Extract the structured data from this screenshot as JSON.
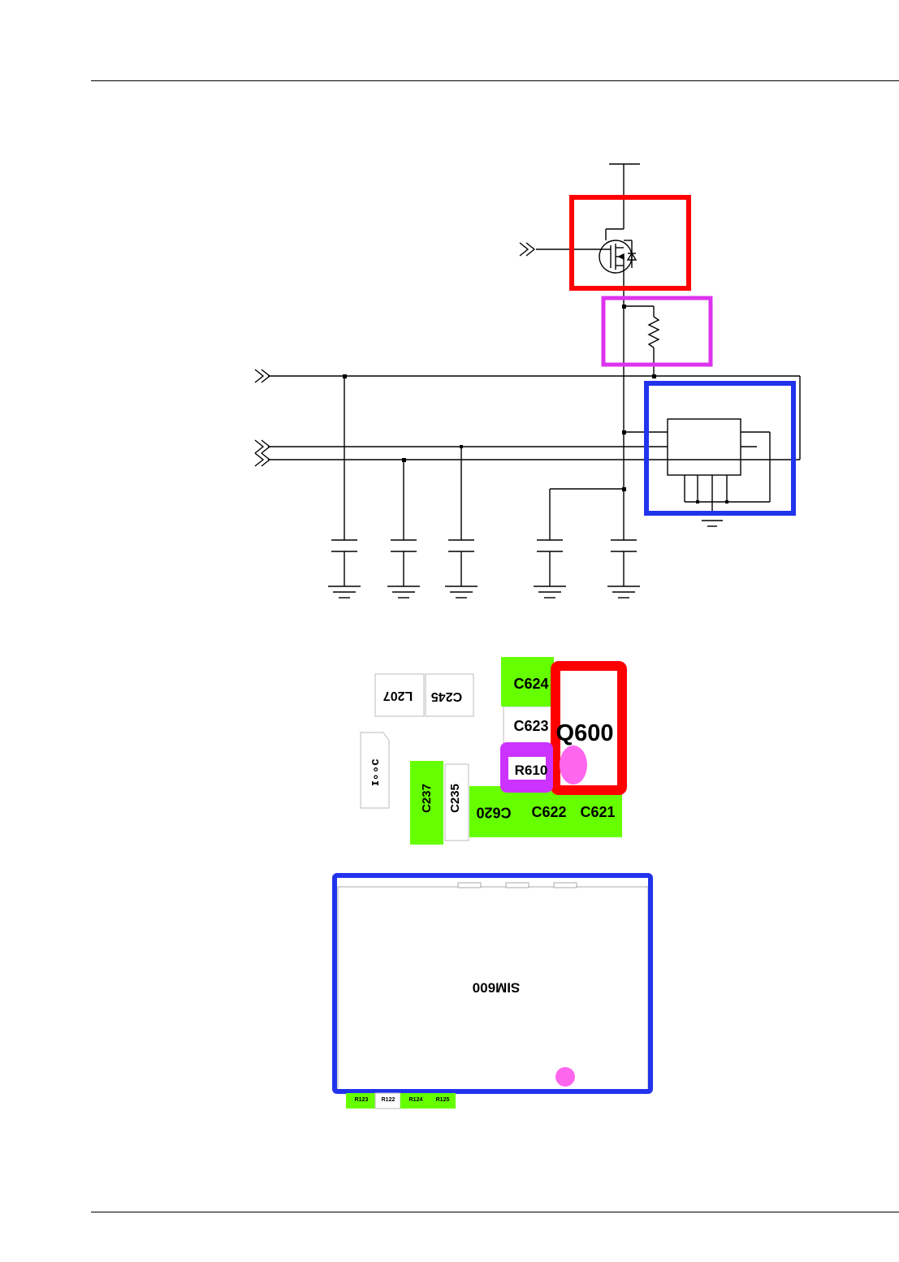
{
  "layout_labels": {
    "C624": "C624",
    "C623": "C623",
    "Q600": "Q600",
    "R610": "R610",
    "L207": "L207",
    "C245": "C245",
    "C237": "C237",
    "C235": "C235",
    "C620": "C620",
    "C622": "C622",
    "C621": "C621",
    "R123": "R123",
    "R122": "R122",
    "R124": "R124",
    "R125": "R125",
    "SIM600": "SIM600",
    "misc_part": "ɔ∘∘ɪ"
  },
  "colors": {
    "highlight_q600": "#ff0000",
    "highlight_r610": "#dd33ee",
    "highlight_sim": "#2233ee",
    "pad_green": "#66ff00",
    "probe_point": "#ff66ee"
  }
}
